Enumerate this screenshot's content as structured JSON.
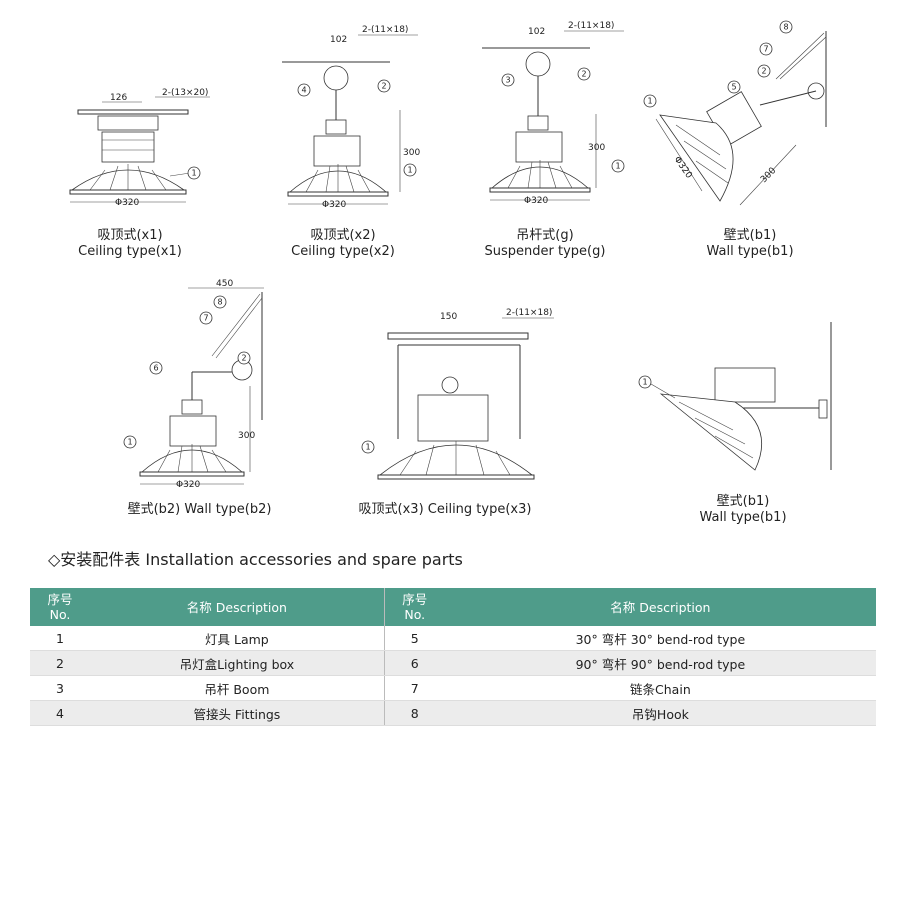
{
  "figures": [
    {
      "id": "x1",
      "cap_cn": "吸顶式(x1)",
      "cap_en": "Ceiling type(x1)",
      "dims": [
        "126",
        "2-(13×20)",
        "Φ320"
      ]
    },
    {
      "id": "x2",
      "cap_cn": "吸顶式(x2)",
      "cap_en": "Ceiling type(x2)",
      "dims": [
        "102",
        "2-(11×18)",
        "300",
        "Φ320"
      ]
    },
    {
      "id": "g",
      "cap_cn": "吊杆式(g)",
      "cap_en": "Suspender type(g)",
      "dims": [
        "102",
        "2-(11×18)",
        "300",
        "Φ320"
      ]
    },
    {
      "id": "b1a",
      "cap_cn": "壁式(b1)",
      "cap_en": "Wall type(b1)",
      "dims": [
        "Φ320",
        "300"
      ]
    },
    {
      "id": "b2",
      "cap": "壁式(b2) Wall type(b2)",
      "dims": [
        "450",
        "300",
        "Φ320"
      ]
    },
    {
      "id": "x3",
      "cap": "吸顶式(x3) Ceiling type(x3)",
      "dims": [
        "150",
        "2-(11×18)"
      ]
    },
    {
      "id": "b1b",
      "cap_cn": "壁式(b1)",
      "cap_en": "Wall type(b1)"
    }
  ],
  "section_title": "◇安装配件表 Installation accessories and spare parts",
  "table": {
    "headers": {
      "no": "序号\nNo.",
      "desc": "名称 Description"
    },
    "rows": [
      {
        "no_l": "1",
        "desc_l": "灯具 Lamp",
        "no_r": "5",
        "desc_r": "30° 弯杆 30° bend-rod type"
      },
      {
        "no_l": "2",
        "desc_l": "吊灯盒Lighting box",
        "no_r": "6",
        "desc_r": "90° 弯杆 90° bend-rod type"
      },
      {
        "no_l": "3",
        "desc_l": "吊杆 Boom",
        "no_r": "7",
        "desc_r": "链条Chain"
      },
      {
        "no_l": "4",
        "desc_l": "管接头 Fittings",
        "no_r": "8",
        "desc_r": "吊钩Hook"
      }
    ]
  }
}
